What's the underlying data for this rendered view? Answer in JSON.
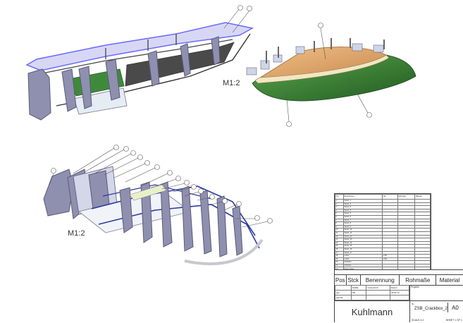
{
  "views": {
    "view_a_scale": "M1:2",
    "view_c_scale": "M1:2"
  },
  "colors": {
    "frame": "#5a5a78",
    "frame_fill": "#8f8fb0",
    "rail": "#6a6aff",
    "panel_green": "#3f8a3a",
    "deck_orange": "#e0a86a",
    "hull_green": "#2f7a2f",
    "spar_blue": "#2c3aa0",
    "leader": "#555555"
  },
  "bom": {
    "headers": [
      "Pos",
      "Bezeichnung",
      "Stk",
      "Rohmaße",
      "Material"
    ],
    "rows": [
      [
        "1",
        "Spant_1",
        "",
        "",
        ""
      ],
      [
        "2",
        "Spant_2",
        "",
        "",
        ""
      ],
      [
        "3",
        "Spant_3",
        "",
        "",
        ""
      ],
      [
        "4",
        "Spant_4",
        "",
        "",
        ""
      ],
      [
        "5",
        "Spant_5",
        "",
        "",
        ""
      ],
      [
        "6",
        "Spant_6",
        "",
        "",
        ""
      ],
      [
        "7",
        "Spant_7",
        "",
        "",
        ""
      ],
      [
        "8",
        "Spant_8",
        "",
        "",
        ""
      ],
      [
        "9",
        "Spant_9",
        "",
        "",
        ""
      ],
      [
        "10",
        "Spant_10",
        "",
        "",
        ""
      ],
      [
        "11",
        "Spant_11",
        "",
        "",
        ""
      ],
      [
        "12",
        "Spant_12",
        "",
        "",
        ""
      ],
      [
        "13",
        "Spant_13",
        "",
        "",
        ""
      ],
      [
        "14",
        "Spant_14",
        "",
        "",
        ""
      ],
      [
        "15",
        "Spant_15",
        "",
        "",
        ""
      ],
      [
        "16",
        "Spant_16",
        "",
        "",
        ""
      ],
      [
        "17",
        "Spant_17",
        "",
        "",
        ""
      ],
      [
        "18",
        "Leiste",
        "2,50",
        "",
        ""
      ],
      [
        "19",
        "Leiste",
        "2,50",
        "",
        ""
      ],
      [
        "20",
        "Kielleiste",
        "",
        "",
        ""
      ],
      [
        "21",
        "Kielleiste",
        "",
        "",
        ""
      ],
      [
        "22",
        "Bodenplatte",
        "",
        "",
        ""
      ],
      [
        "23",
        "Seitenbeplankung",
        "",
        "",
        ""
      ],
      [
        "24",
        "Seitenbeplankung",
        "",
        "",
        ""
      ],
      [
        "25",
        "Deckbeplankung",
        "",
        "",
        ""
      ]
    ]
  },
  "title_block": {
    "col_pos": "Pos",
    "col_qty": "Stck",
    "col_name": "Benennung",
    "col_raw": "Rohmaße",
    "col_material": "Material",
    "label_name": "NAME",
    "label_sign": "Unterschrift",
    "label_date": "Datum",
    "label_project": "Projekt:",
    "row_drawn": "gez.",
    "drawn_by": "AB",
    "drawn_date": "26.02.13",
    "row_checked": "geprüft",
    "company": "Kuhlmann",
    "label_nr": "Nr.:",
    "drawing_number": "ZSB_Crackbox_2",
    "format": "A0",
    "scale": "SCALE:1:2",
    "sheet": "SHEET 1 OF 1"
  }
}
